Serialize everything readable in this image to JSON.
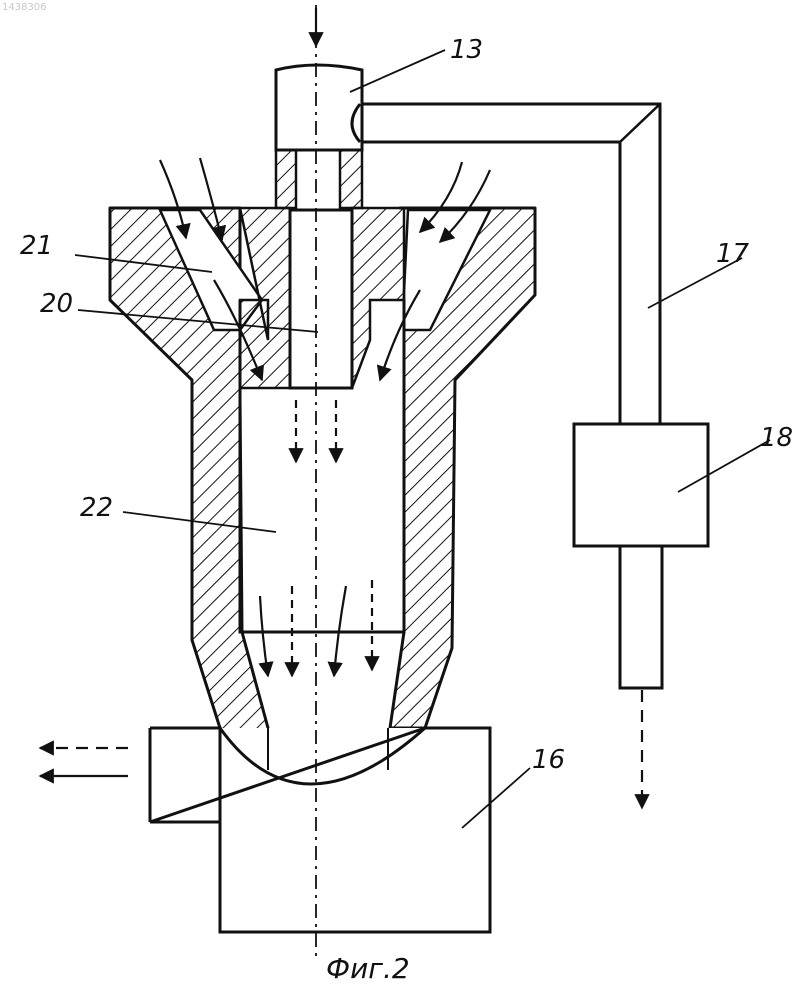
{
  "document_id": "1438306",
  "caption": "Фиг.2",
  "labels": {
    "l13": "13",
    "l17": "17",
    "l18": "18",
    "l20": "20",
    "l21": "21",
    "l22": "22",
    "l16": "16"
  },
  "colors": {
    "ink": "#111111",
    "paper": "#ffffff"
  }
}
